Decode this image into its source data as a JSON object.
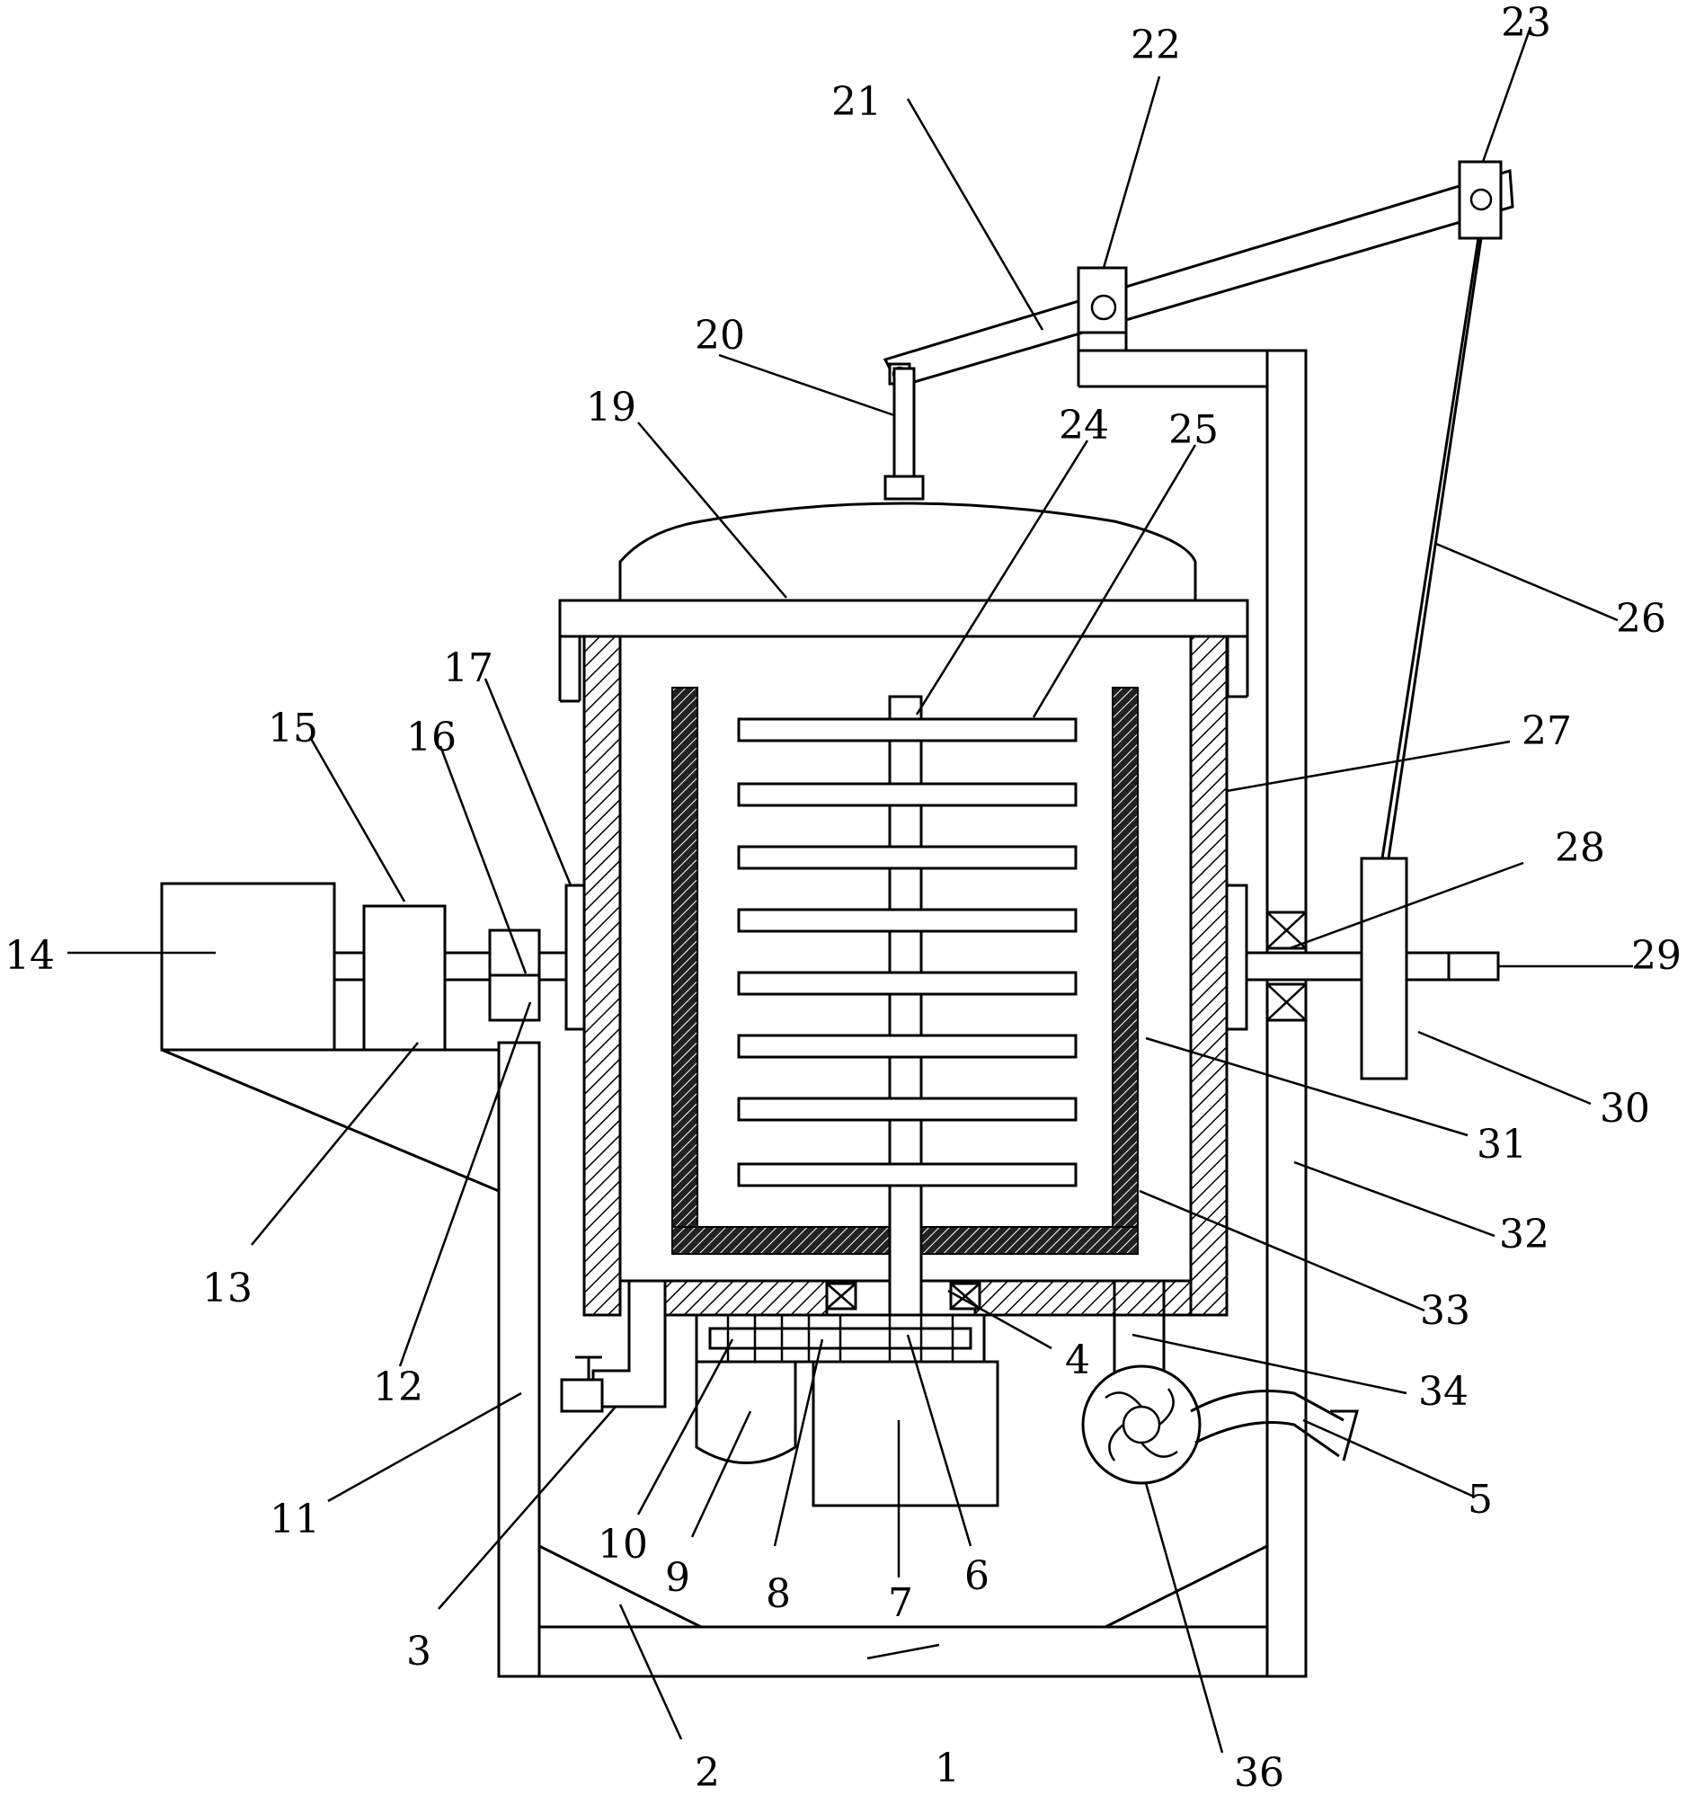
{
  "colors": {
    "line": "#000000",
    "background": "#ffffff"
  },
  "labels": [
    {
      "id": "1",
      "text": "1"
    },
    {
      "id": "2",
      "text": "2"
    },
    {
      "id": "3",
      "text": "3"
    },
    {
      "id": "4",
      "text": "4"
    },
    {
      "id": "5",
      "text": "5"
    },
    {
      "id": "6",
      "text": "6"
    },
    {
      "id": "7",
      "text": "7"
    },
    {
      "id": "8",
      "text": "8"
    },
    {
      "id": "9",
      "text": "9"
    },
    {
      "id": "10",
      "text": "10"
    },
    {
      "id": "11",
      "text": "11"
    },
    {
      "id": "12",
      "text": "12"
    },
    {
      "id": "13",
      "text": "13"
    },
    {
      "id": "14",
      "text": "14"
    },
    {
      "id": "15",
      "text": "15"
    },
    {
      "id": "16",
      "text": "16"
    },
    {
      "id": "17",
      "text": "17"
    },
    {
      "id": "19",
      "text": "19"
    },
    {
      "id": "20",
      "text": "20"
    },
    {
      "id": "21",
      "text": "21"
    },
    {
      "id": "22",
      "text": "22"
    },
    {
      "id": "23",
      "text": "23"
    },
    {
      "id": "24",
      "text": "24"
    },
    {
      "id": "25",
      "text": "25"
    },
    {
      "id": "26",
      "text": "26"
    },
    {
      "id": "27",
      "text": "27"
    },
    {
      "id": "28",
      "text": "28"
    },
    {
      "id": "29",
      "text": "29"
    },
    {
      "id": "30",
      "text": "30"
    },
    {
      "id": "31",
      "text": "31"
    },
    {
      "id": "32",
      "text": "32"
    },
    {
      "id": "33",
      "text": "33"
    },
    {
      "id": "34",
      "text": "34"
    },
    {
      "id": "36",
      "text": "36"
    }
  ]
}
